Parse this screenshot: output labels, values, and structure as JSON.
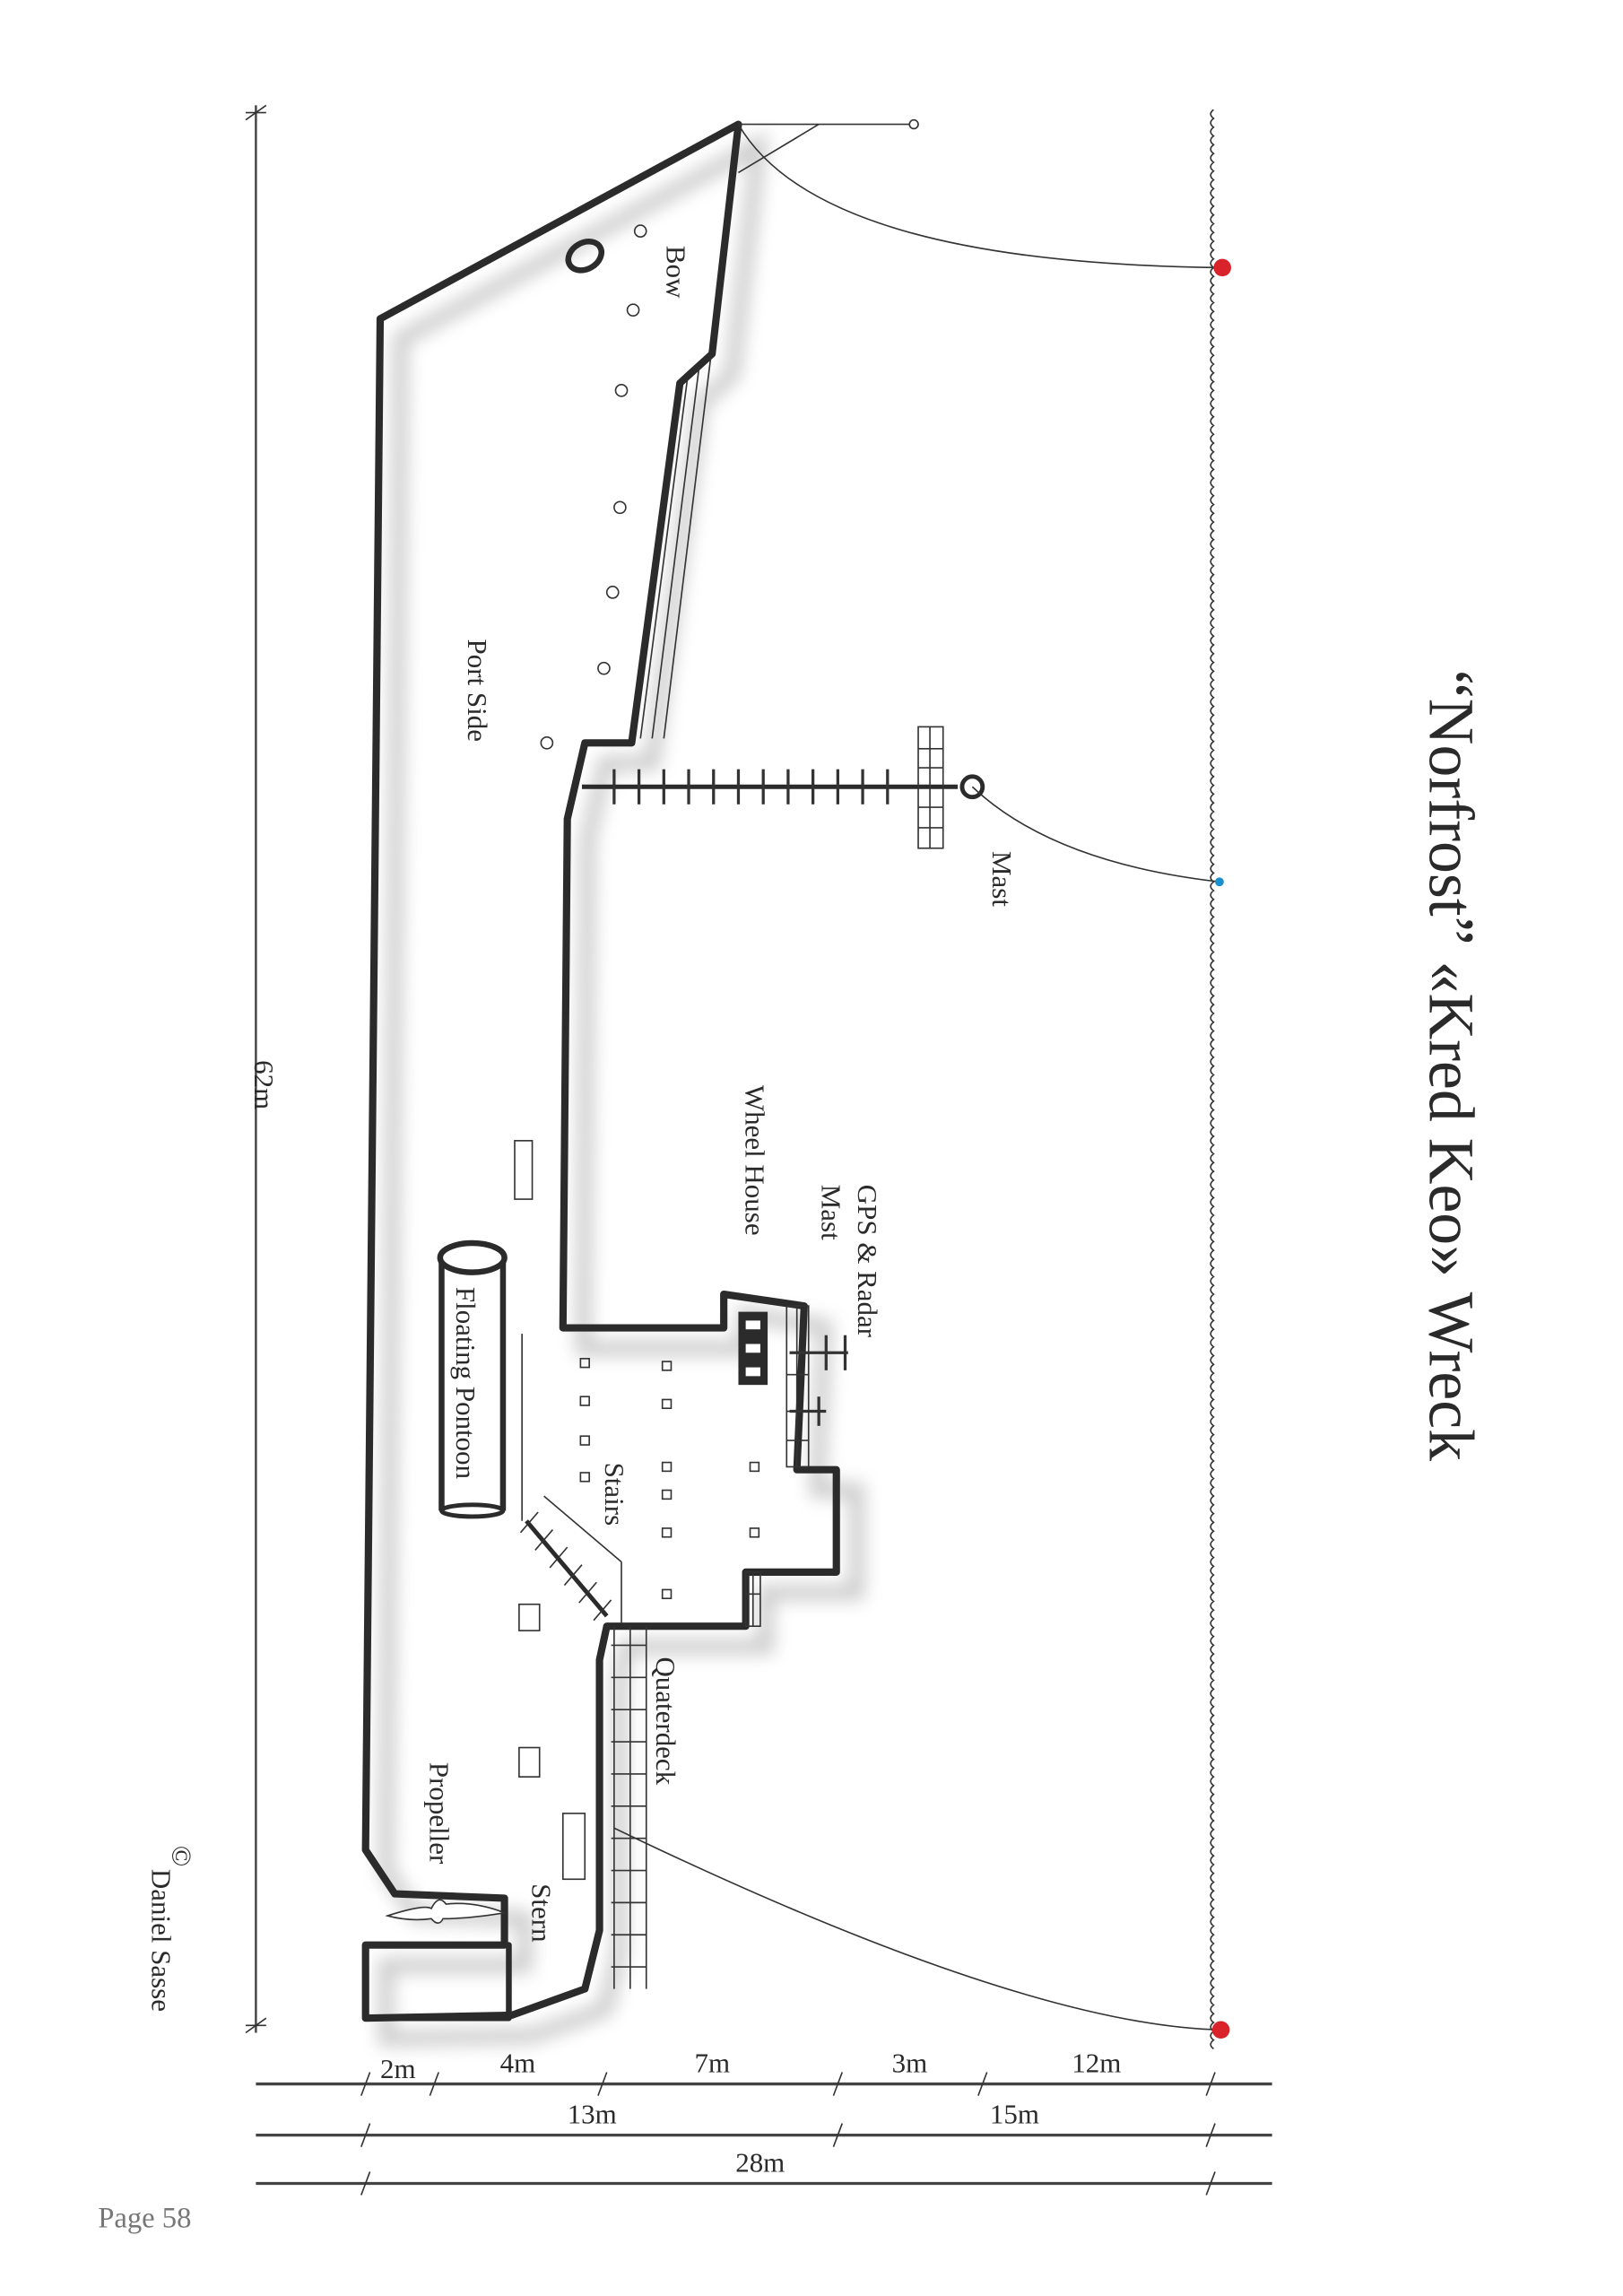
{
  "title": "“Norfrost” «Kred Keo» Wreck",
  "labels": {
    "bow": "Bow",
    "port_side": "Port Side",
    "mast": "Mast",
    "wheel_house": "Wheel House",
    "gps_mast": "Mast",
    "gps_radar": "GPS & Radar",
    "floating_pontoon": "Floating Pontoon",
    "stairs": "Stairs",
    "quaterdeck": "Quaterdeck",
    "propeller": "Propeller",
    "stern": "Stern"
  },
  "copyright": {
    "symbol": "©",
    "author": "Daniel Sasse"
  },
  "dimensions": {
    "length": "62m",
    "row1": [
      "2m",
      "4m",
      "7m",
      "3m",
      "12m"
    ],
    "row2": [
      "13m",
      "15m"
    ],
    "row3": [
      "28m"
    ]
  },
  "buoy_colors": {
    "main": "#d8232a",
    "mast": "#1a8fd0"
  },
  "page_label": "Page 58"
}
